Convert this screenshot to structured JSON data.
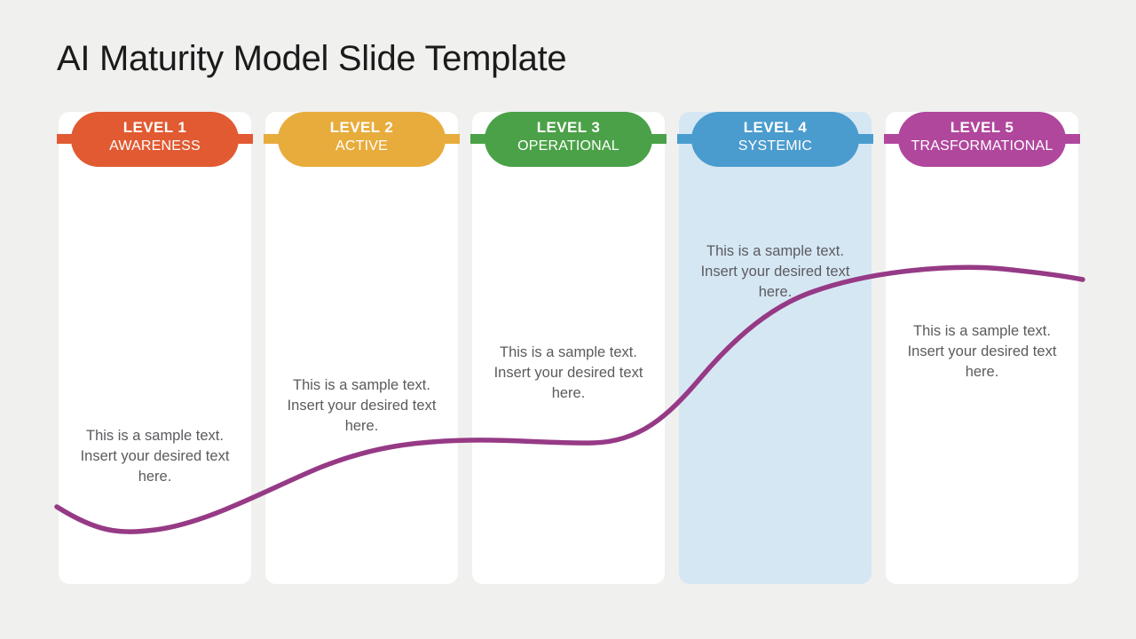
{
  "slide": {
    "title": "AI Maturity Model Slide Template",
    "background_color": "#f0f0ef",
    "body_text_color": "#5b5b5f",
    "curve_color": "#963a86"
  },
  "levels": [
    {
      "level_label": "LEVEL 1",
      "name": "AWARENESS",
      "color": "#e15a32",
      "body": "This is a sample text. Insert your desired text here.",
      "highlighted": false,
      "card_background": "#ffffff"
    },
    {
      "level_label": "LEVEL 2",
      "name": "ACTIVE",
      "color": "#e8ac3c",
      "body": "This is a sample text. Insert your desired text here.",
      "highlighted": false,
      "card_background": "#ffffff"
    },
    {
      "level_label": "LEVEL 3",
      "name": "OPERATIONAL",
      "color": "#4ba148",
      "body": "This is a sample text. Insert your desired text here.",
      "highlighted": false,
      "card_background": "#ffffff"
    },
    {
      "level_label": "LEVEL 4",
      "name": "SYSTEMIC",
      "color": "#4b9cce",
      "body": "This is a sample text. Insert your desired text here.",
      "highlighted": true,
      "card_background": "#d6e7f4"
    },
    {
      "level_label": "LEVEL 5",
      "name": "TRASFORMATIONAL",
      "color": "#b0479d",
      "body": "This is a sample text. Insert your desired text here.",
      "highlighted": false,
      "card_background": "#ffffff"
    }
  ]
}
